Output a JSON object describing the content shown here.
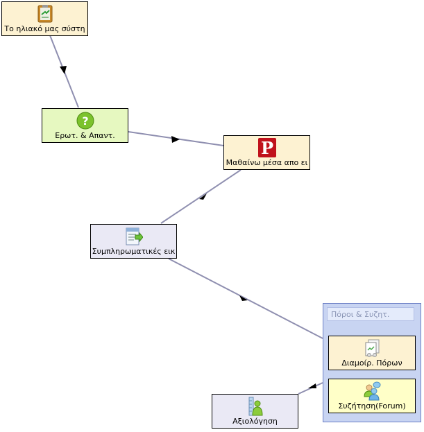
{
  "colors": {
    "edge": "#8f8fb0",
    "arrow": "#000000",
    "yellow_node": "#fdf2d2",
    "green_node": "#e6f8c0",
    "lavender_node": "#eae9f5",
    "group_bg": "#c8d4f2"
  },
  "nodes": [
    {
      "label": "Το ηλιακό μας σύστη",
      "icon": "notepad-icon"
    },
    {
      "label": "Ερωτ. & Απαντ.",
      "icon": "question-icon"
    },
    {
      "label": "Μαθαίνω μέσα απο ει",
      "icon": "p-badge-icon"
    },
    {
      "label": "Συμπληρωματικές εικ",
      "icon": "document-arrow-icon"
    },
    {
      "label": "Αξιολόγηση",
      "icon": "assessment-icon"
    }
  ],
  "group": {
    "title": "Πόροι & Συζητ.",
    "items": [
      {
        "label": "Διαμοίρ. Πόρων",
        "icon": "shared-files-icon"
      },
      {
        "label": "Συζήτηση(Forum)",
        "icon": "forum-users-icon"
      }
    ]
  }
}
